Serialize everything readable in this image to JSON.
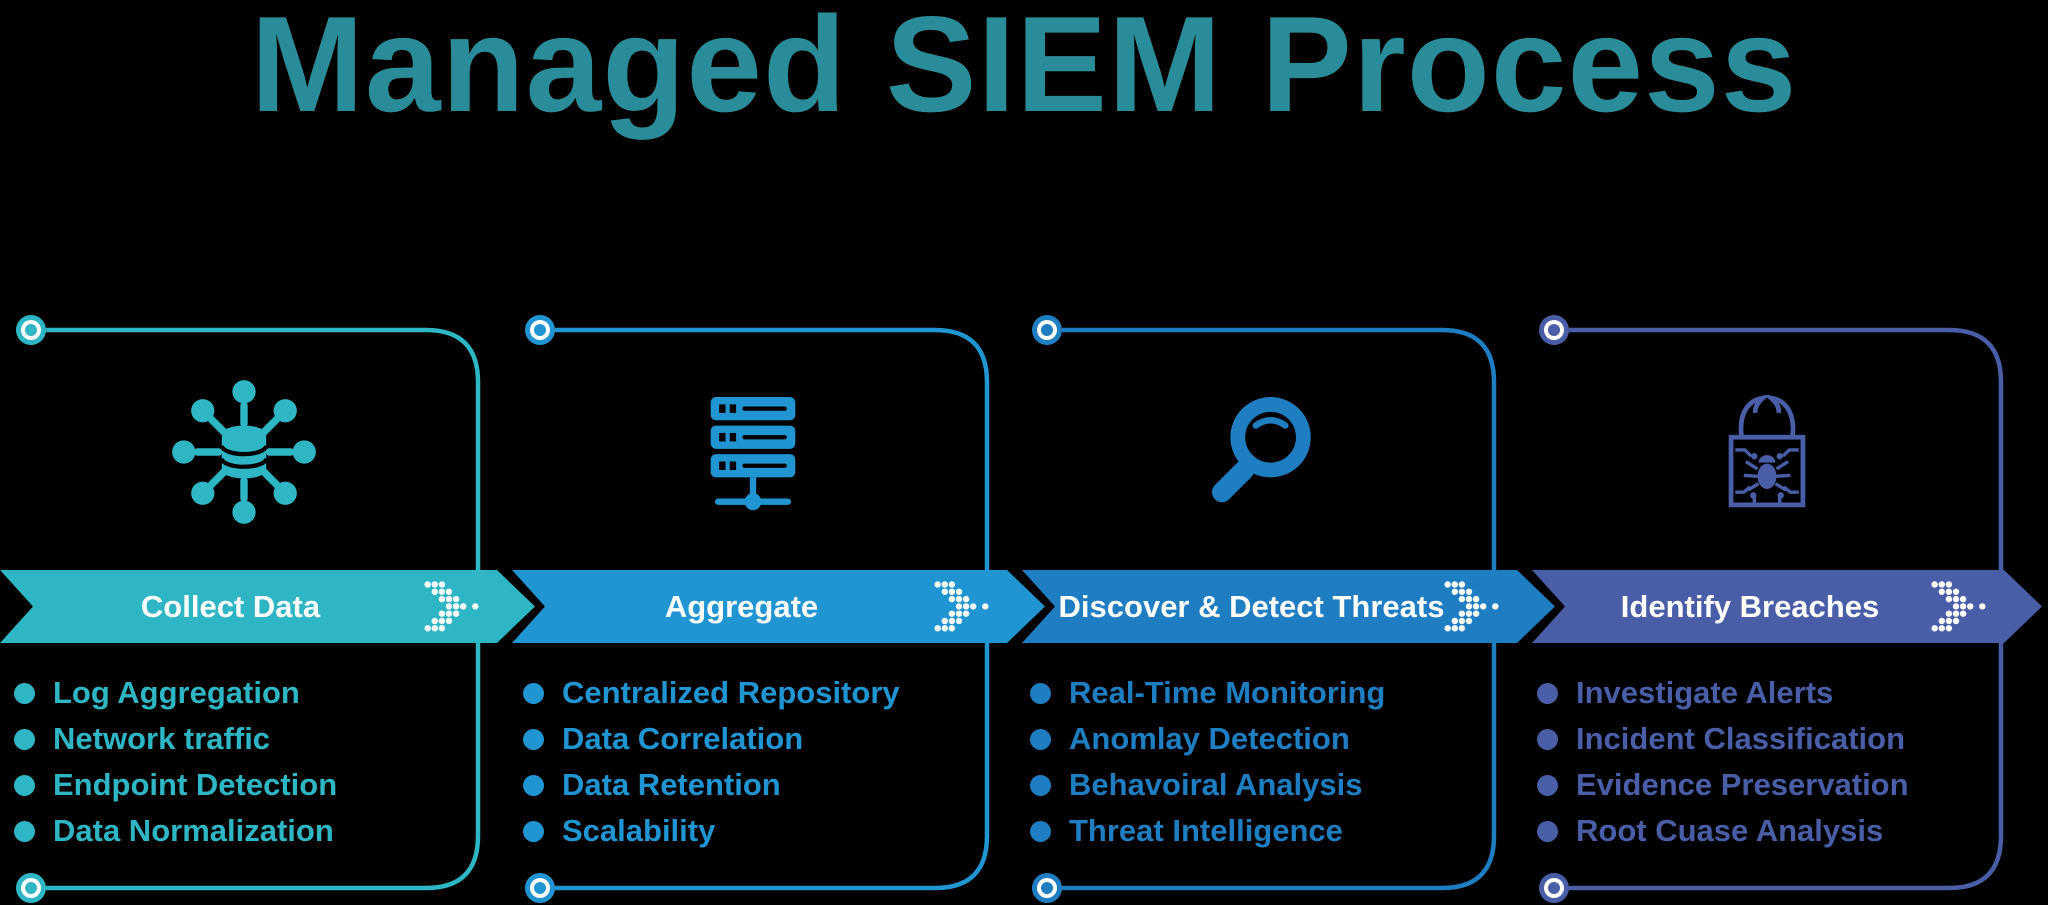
{
  "title": "Managed SIEM Process",
  "colors": {
    "background": "#000000",
    "title_text": "#2B8C99",
    "banner_text": "#FFFFFF",
    "stage_teal": "#2FB6C5",
    "stage_blue": "#2095D2",
    "stage_dark_blue": "#1F7DC2",
    "stage_indigo": "#4A5EA8"
  },
  "stages": [
    {
      "label": "Collect Data",
      "color": "#2FB6C5",
      "icon": "data-collection-hub-icon",
      "bullets": [
        "Log Aggregation",
        "Network traffic",
        "Endpoint Detection",
        "Data Normalization"
      ]
    },
    {
      "label": "Aggregate",
      "color": "#2095D2",
      "icon": "server-stack-icon",
      "bullets": [
        "Centralized Repository",
        "Data Correlation",
        "Data Retention",
        "Scalability"
      ]
    },
    {
      "label": "Discover & Detect Threats",
      "color": "#1F7DC2",
      "icon": "magnifier-icon",
      "bullets": [
        "Real-Time Monitoring",
        "Anomlay Detection",
        "Behavoiral Analysis",
        "Threat Intelligence"
      ]
    },
    {
      "label": "Identify Breaches",
      "color": "#4A5EA8",
      "icon": "breach-lock-icon",
      "bullets": [
        "Investigate Alerts",
        "Incident Classification",
        "Evidence Preservation",
        "Root Cuase Analysis"
      ]
    }
  ]
}
